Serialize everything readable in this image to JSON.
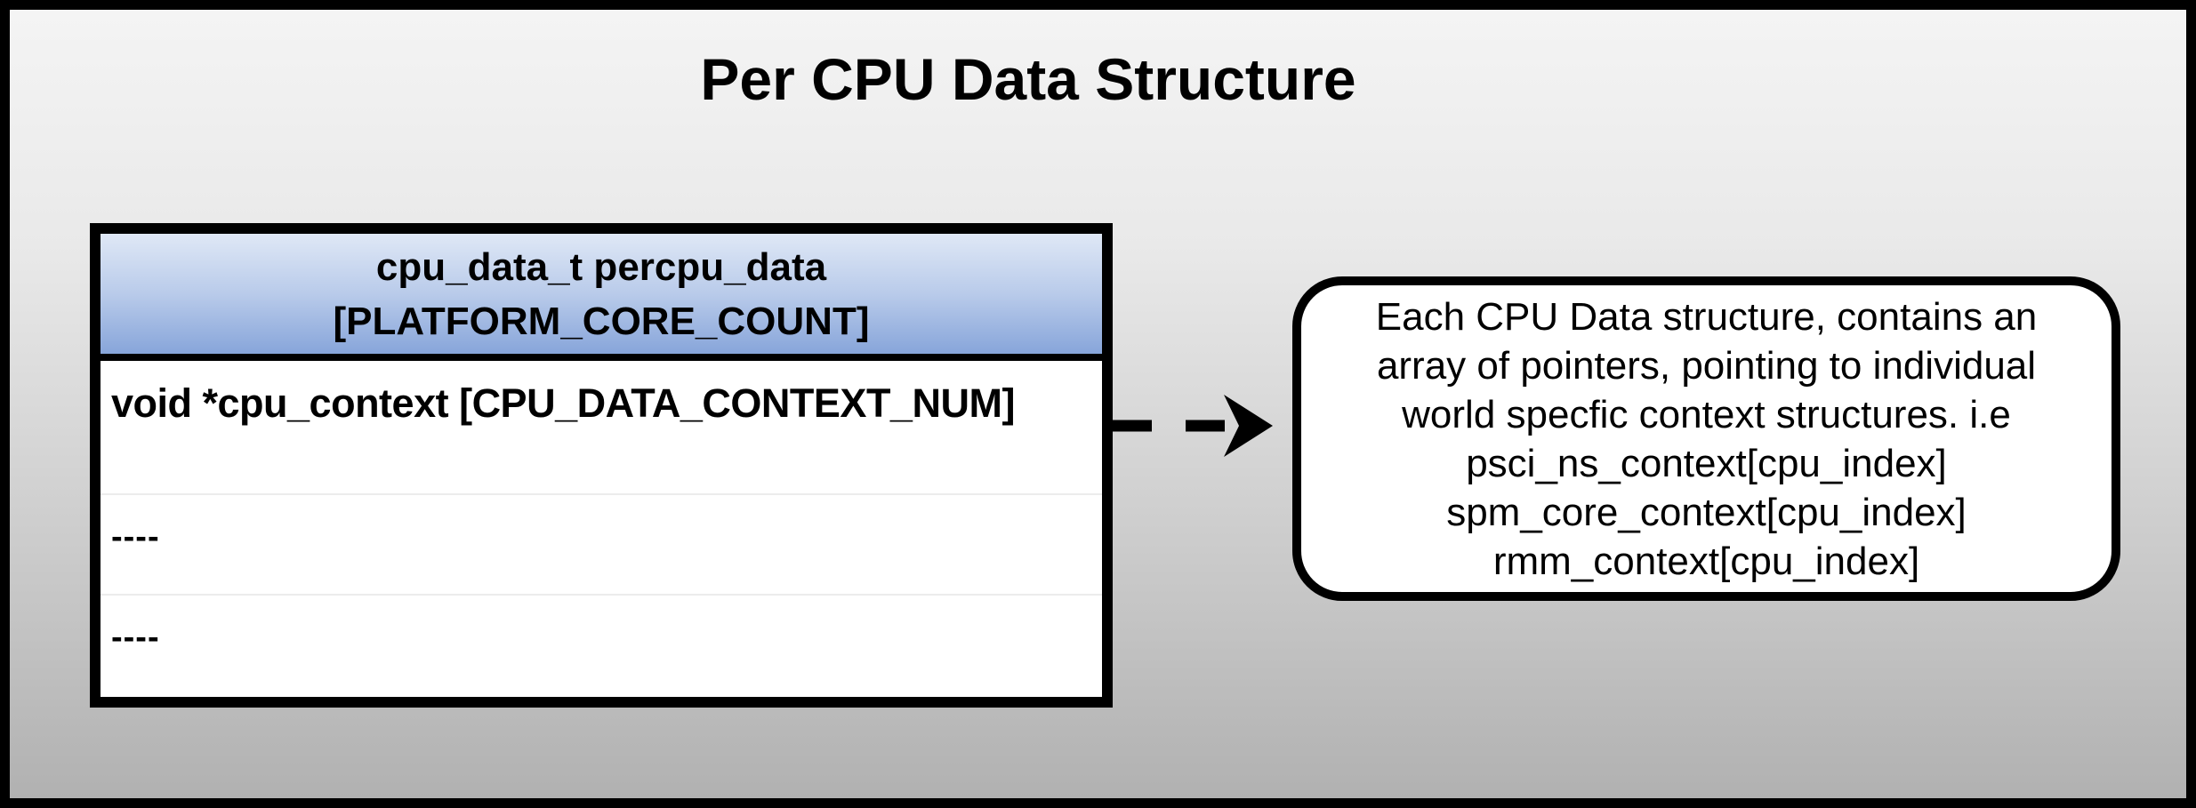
{
  "diagram": {
    "title": "Per CPU Data Structure",
    "colors": {
      "frame_border": "#000000",
      "background_top": "#f4f4f4",
      "background_bottom": "#b1b1b1",
      "table_border": "#000000",
      "table_background": "#ffffff",
      "header_gradient_top": "#dfe8f6",
      "header_gradient_bottom": "#87a5da",
      "row_divider": "#ececec",
      "callout_background": "#ffffff",
      "callout_border": "#000000",
      "text": "#000000"
    },
    "struct_table": {
      "header": {
        "line1": "cpu_data_t percpu_data",
        "line2": "[PLATFORM_CORE_COUNT]"
      },
      "rows": [
        {
          "text": "void *cpu_context [CPU_DATA_CONTEXT_NUM]"
        },
        {
          "text": "----"
        },
        {
          "text": "----"
        }
      ]
    },
    "arrow": {
      "style": "dashed",
      "direction": "right"
    },
    "callout": {
      "lines": [
        "Each CPU Data structure, contains an",
        "array of pointers, pointing to individual",
        "world specfic context structures. i.e",
        "psci_ns_context[cpu_index]",
        "spm_core_context[cpu_index]",
        "rmm_context[cpu_index]"
      ]
    }
  }
}
